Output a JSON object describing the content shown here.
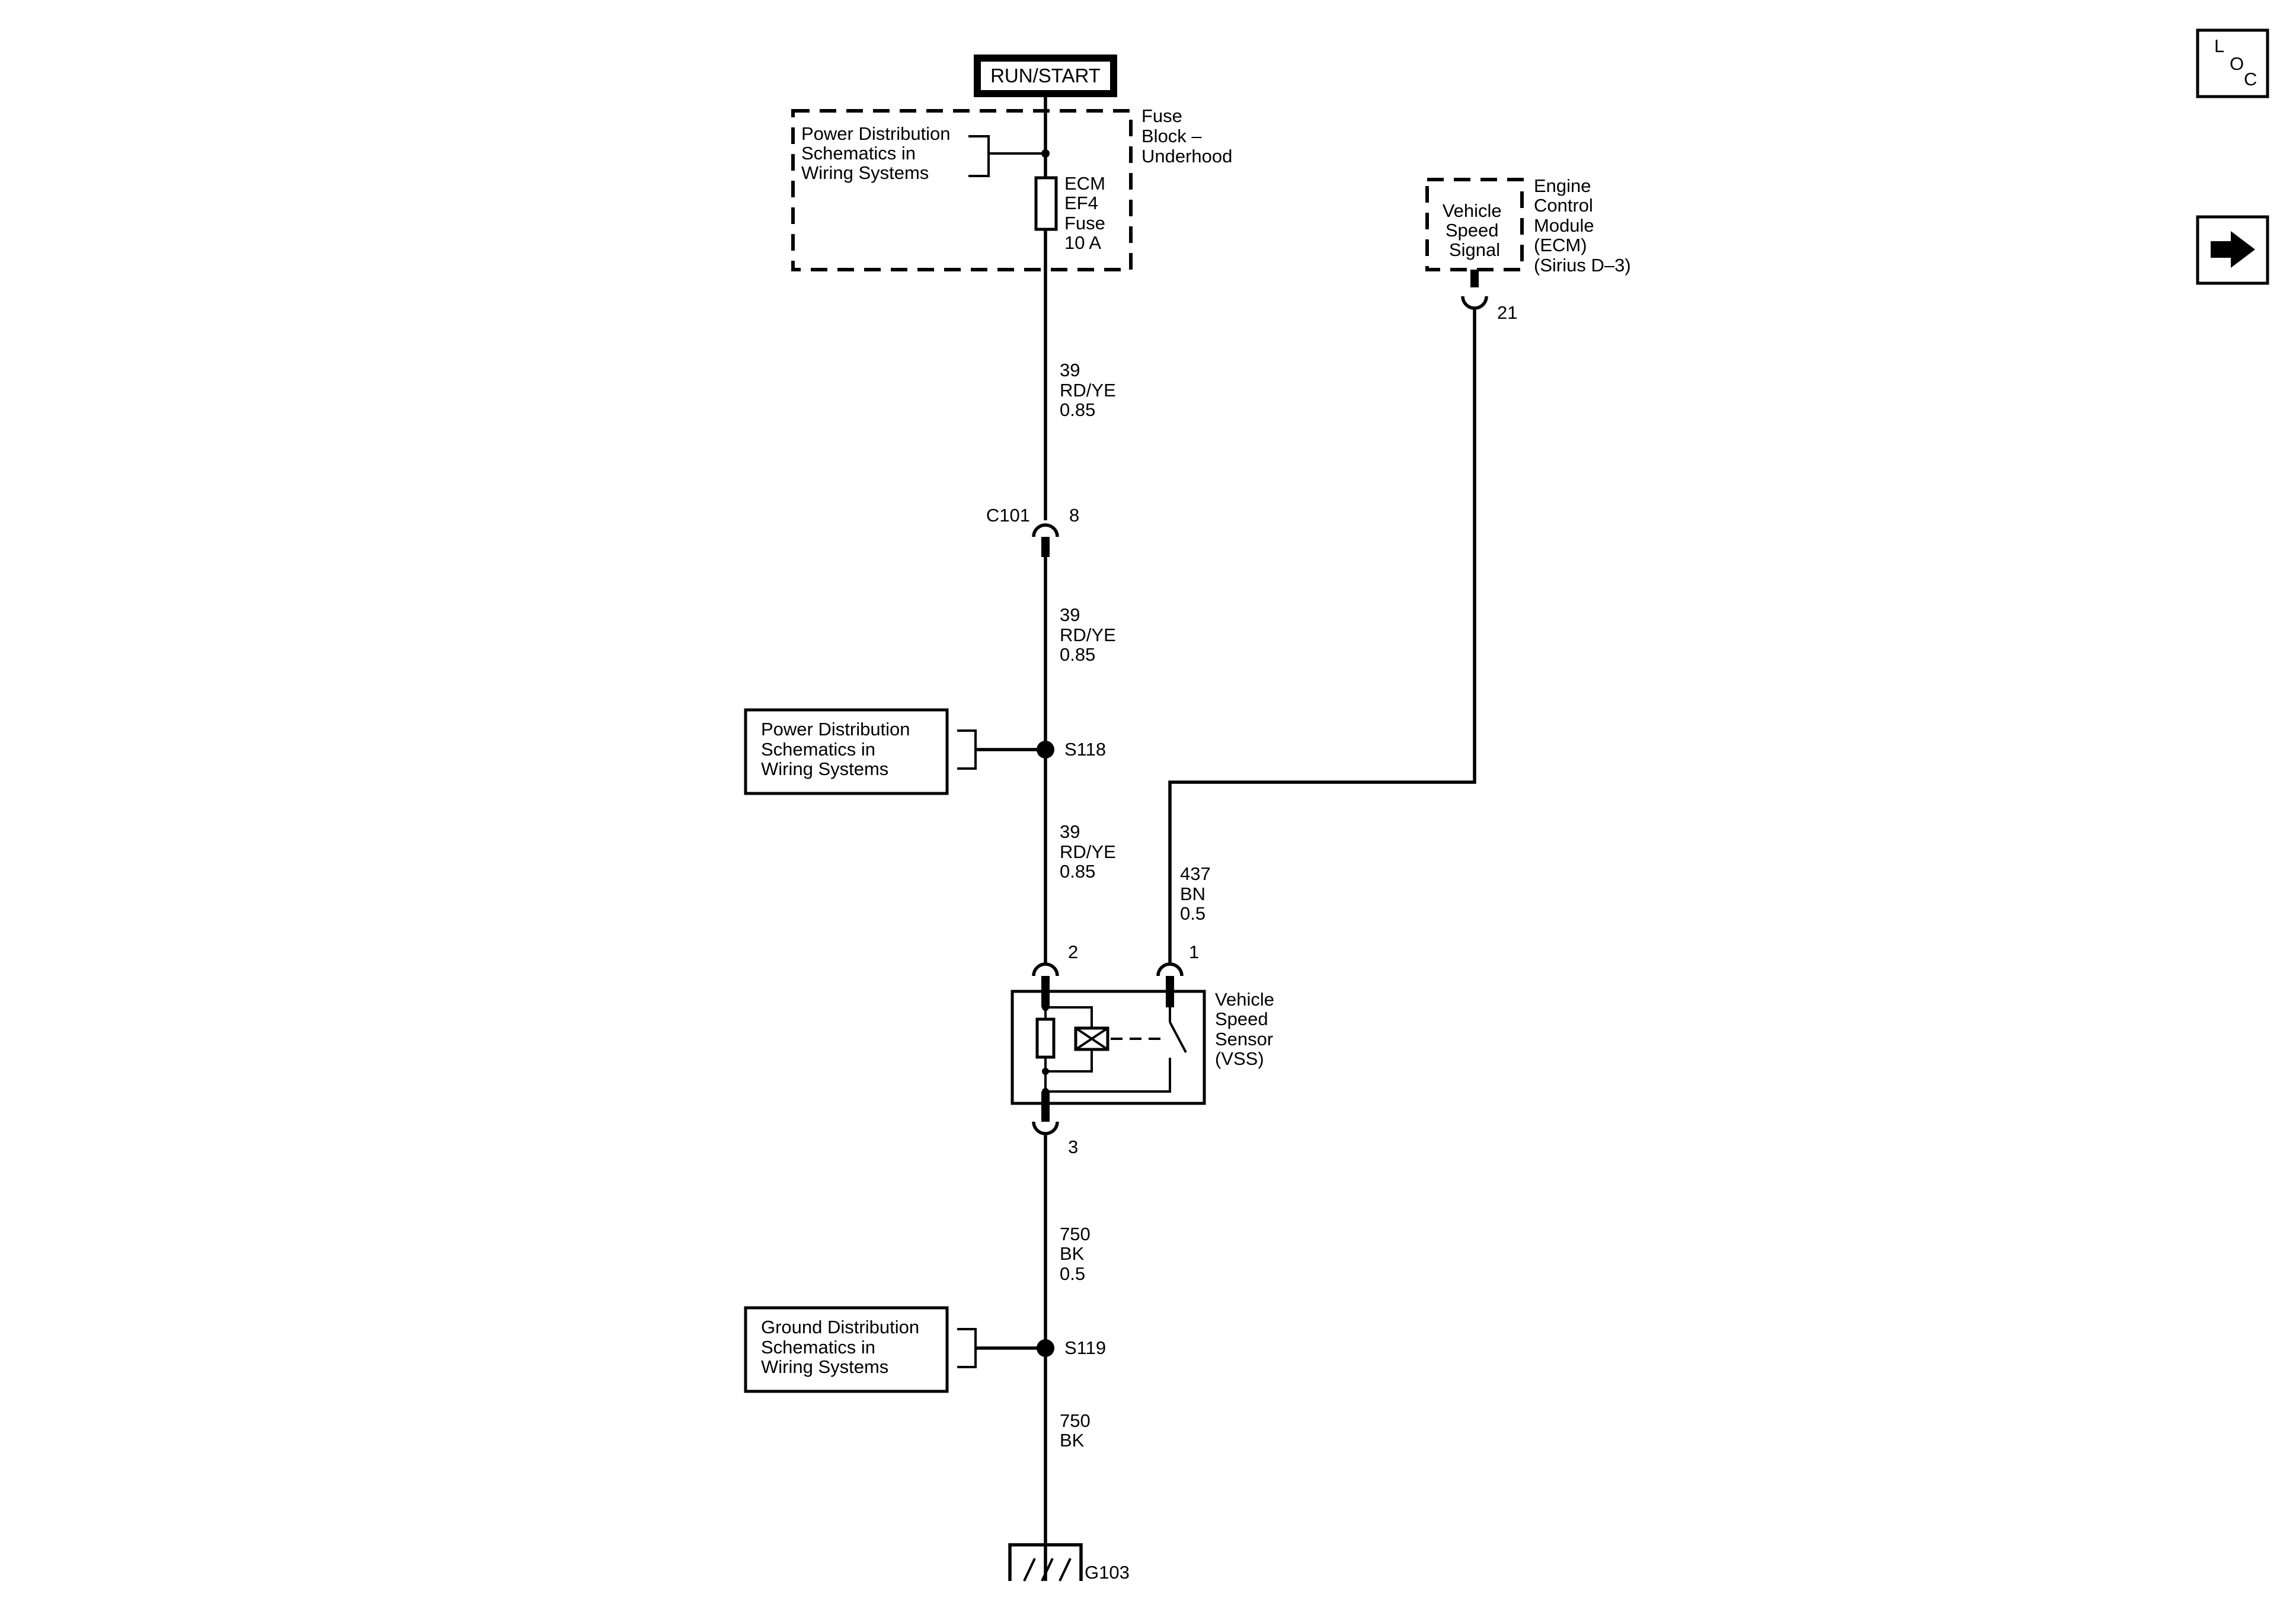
{
  "power_source": {
    "label": "RUN/START"
  },
  "fuse_block": {
    "name": [
      "Fuse",
      "Block –",
      "Underhood"
    ],
    "reference": [
      "Power Distribution",
      "Schematics in",
      "Wiring Systems"
    ],
    "fuse": [
      "ECM",
      "EF4",
      "Fuse",
      "10 A"
    ]
  },
  "ecm": {
    "signal": [
      "Vehicle",
      "Speed",
      "Signal"
    ],
    "name": [
      "Engine",
      "Control",
      "Module",
      "(ECM)",
      "(Sirius D–3)"
    ],
    "pin": "21"
  },
  "wires": {
    "w39_a": [
      "39",
      "RD/YE",
      "0.85"
    ],
    "w39_b": [
      "39",
      "RD/YE",
      "0.85"
    ],
    "w39_c": [
      "39",
      "RD/YE",
      "0.85"
    ],
    "w437": [
      "437",
      "BN",
      "0.5"
    ],
    "w750_a": [
      "750",
      "BK",
      "0.5"
    ],
    "w750_b": [
      "750",
      "BK"
    ]
  },
  "connector_c101": {
    "name": "C101",
    "pin": "8"
  },
  "splice_s118": {
    "name": "S118",
    "reference": [
      "Power Distribution",
      "Schematics in",
      "Wiring Systems"
    ]
  },
  "splice_s119": {
    "name": "S119",
    "reference": [
      "Ground Distribution",
      "Schematics in",
      "Wiring Systems"
    ]
  },
  "vss": {
    "name": [
      "Vehicle",
      "Speed",
      "Sensor",
      "(VSS)"
    ],
    "pin_power": "2",
    "pin_signal": "1",
    "pin_ground": "3"
  },
  "ground": {
    "name": "G103"
  },
  "nav": {
    "loc_letters": [
      "L",
      "O",
      "C"
    ],
    "next_icon": "arrow-right-icon"
  }
}
